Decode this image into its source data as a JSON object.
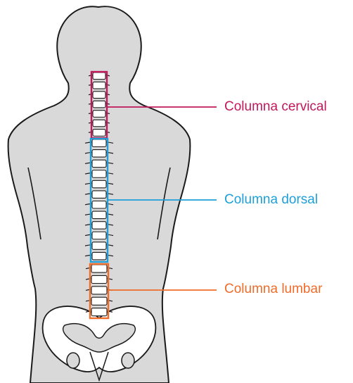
{
  "labels": {
    "cervical": "Columna cervical",
    "dorsal": "Columna dorsal",
    "lumbar": "Columna lumbar"
  },
  "colors": {
    "cervical": "#c2185b",
    "dorsal": "#1e9fd8",
    "lumbar": "#ef6c2a",
    "body_fill": "#d9d9d9",
    "outline": "#1a1a1a",
    "bone": "#ffffff"
  },
  "vertebra_counts": {
    "cervical": 7,
    "dorsal": 12,
    "lumbar": 5
  }
}
